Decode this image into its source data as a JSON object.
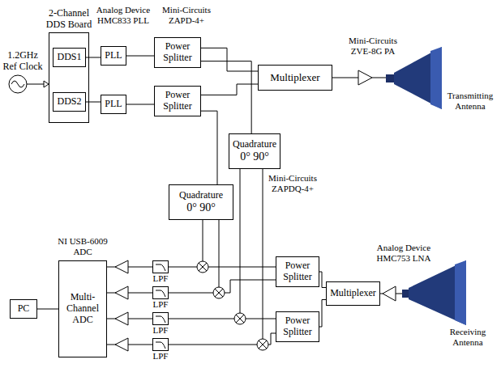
{
  "diagram": {
    "nodes": [
      {
        "text": [
          "2-Channel DDS Board"
        ]
      },
      {
        "text": [
          "DDS1"
        ],
        "in": 0
      },
      {
        "text": [
          "DDS2"
        ],
        "in": 0
      },
      {
        "text": [
          "PLL"
        ]
      },
      {
        "text": [
          "PLL"
        ]
      },
      {
        "text": [
          "Power Splitter"
        ]
      },
      {
        "text": [
          "Power Splitter"
        ]
      },
      {
        "text": [
          "Multiplexer"
        ]
      },
      {
        "text": [
          "Quadrature",
          "0° 90°"
        ]
      },
      {
        "text": [
          "Quadrature",
          "0° 90°"
        ]
      },
      {
        "text": [
          "Multi-Channel ADC"
        ]
      },
      {
        "text": [
          "PC"
        ]
      },
      {
        "text": [
          "LPF"
        ]
      },
      {
        "text": [
          "LPF"
        ]
      },
      {
        "text": [
          "LPF"
        ]
      },
      {
        "text": [
          "LPF"
        ]
      },
      {
        "text": [
          "Power Splitter"
        ]
      },
      {
        "text": [
          "Power Splitter"
        ]
      },
      {
        "text": [
          "Multiplexer"
        ]
      }
    ],
    "edges": [
      {
        "from": 1,
        "to": 3,
        "arrow": "none"
      },
      {
        "from": 2,
        "to": 4,
        "arrow": "none"
      },
      {
        "from": 3,
        "to": 5,
        "arrow": "none"
      },
      {
        "from": 4,
        "to": 6,
        "arrow": "none"
      },
      {
        "from": 5,
        "to": 7,
        "arrow": "none"
      },
      {
        "from": 6,
        "to": 7,
        "arrow": "none"
      },
      {
        "from": 5,
        "to": 8,
        "arrow": "none"
      },
      {
        "from": 6,
        "to": 9,
        "arrow": "none"
      },
      {
        "from": 18,
        "to": 16,
        "arrow": "none"
      },
      {
        "from": 18,
        "to": 17,
        "arrow": "none"
      },
      {
        "from": 12,
        "to": 10,
        "arrow": "none"
      },
      {
        "from": 13,
        "to": 10,
        "arrow": "none"
      },
      {
        "from": 14,
        "to": 10,
        "arrow": "none"
      },
      {
        "from": 15,
        "to": 10,
        "arrow": "none"
      },
      {
        "from": 10,
        "to": 11,
        "arrow": "none"
      }
    ],
    "labels": [
      "1.2GHz Ref Clock",
      "Analog Device HMC833 PLL",
      "Mini-Circuits ZAPD-4+",
      "Mini-Circuits ZVE-8G PA",
      "Transmitting Antenna",
      "Mini-Circuits ZAPDQ-4+",
      "NI USB-6009 ADC",
      "Analog Device HMC753 LNA",
      "Receiving Antenna"
    ]
  }
}
